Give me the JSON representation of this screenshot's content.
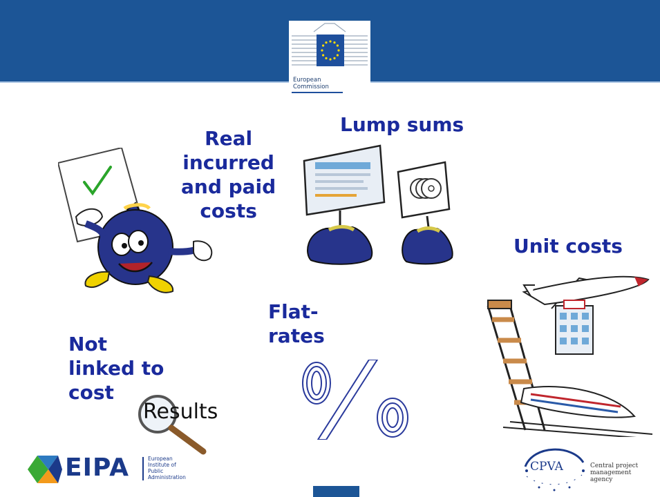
{
  "header": {
    "logo": {
      "icon": "eu-flag-icon",
      "name_line1": "European",
      "name_line2": "Commission"
    }
  },
  "colors": {
    "header_band": "#1c5596",
    "label_text": "#1a2a9c",
    "bag": "#27348b",
    "check": "#2aa52a"
  },
  "methods": {
    "real_costs": {
      "lines": [
        "Real",
        "incurred",
        "and paid",
        "costs"
      ],
      "icon": "coin-mascot-with-document-icon"
    },
    "lump_sums": {
      "lines": [
        "Lump sums"
      ],
      "icon": "money-bags-with-signs-icon"
    },
    "unit_costs": {
      "lines": [
        "Unit costs"
      ],
      "icon": "ladder-plane-hotel-train-icon"
    },
    "flat_rates": {
      "lines": [
        "Flat-",
        "rates"
      ],
      "icon": "percent-icon"
    },
    "not_linked": {
      "lines": [
        "Not",
        "linked to",
        "cost"
      ],
      "icon": "magnifier-results-icon",
      "results_text": "Results"
    }
  },
  "footer": {
    "eipa": {
      "acronym": "EIPA",
      "full_lines": [
        "European",
        "Institute of",
        "Public",
        "Administration"
      ]
    },
    "cpva": {
      "acronym": "CPVA",
      "full_lines": [
        "Central project",
        "management",
        "agency"
      ]
    }
  }
}
